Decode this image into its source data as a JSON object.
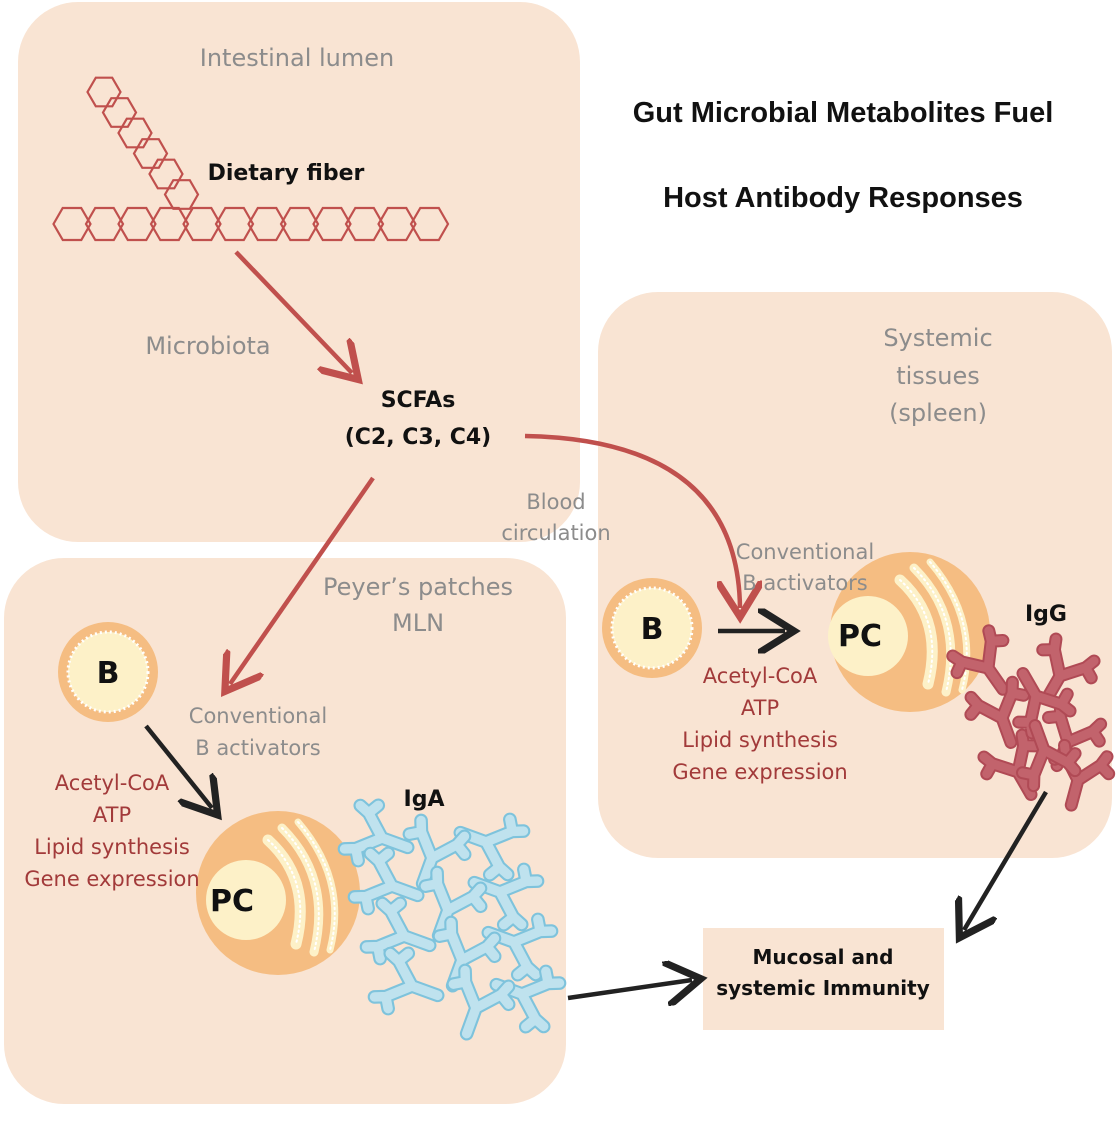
{
  "title": {
    "line1": "Gut Microbial Metabolites Fuel",
    "line2": "Host Antibody Responses"
  },
  "intestinal_lumen": {
    "label": "Intestinal lumen",
    "dietary_fiber": "Dietary fiber",
    "microbiota": "Microbiota",
    "scfas_line1": "SCFAs",
    "scfas_line2": "(C2, C3, C4)"
  },
  "blood_circulation": {
    "line1": "Blood",
    "line2": "circulation"
  },
  "peyers": {
    "label_line1": "Peyer’s patches",
    "label_line2": "MLN",
    "b_cell": "B",
    "pc_cell": "PC",
    "activators_line1": "Conventional",
    "activators_line2": "B activators",
    "metabolic": [
      "Acetyl-CoA",
      "ATP",
      "Lipid synthesis",
      "Gene expression"
    ],
    "antibody": "IgA"
  },
  "systemic": {
    "label_line1": "Systemic",
    "label_line2": "tissues",
    "label_line3": "(spleen)",
    "b_cell": "B",
    "pc_cell": "PC",
    "activators_line1": "Conventional",
    "activators_line2": "B activators",
    "metabolic": [
      "Acetyl-CoA",
      "ATP",
      "Lipid synthesis",
      "Gene expression"
    ],
    "antibody": "IgG"
  },
  "immunity": {
    "line1": "Mucosal and",
    "line2": "systemic Immunity"
  },
  "colors": {
    "panel": "#f9e4d3",
    "red_arrow": "#c0504d",
    "black_arrow": "#222222",
    "fiber": "#c0504d",
    "cell_outer": "#f5bd82",
    "cell_inner": "#fdf1c8",
    "iga": "#7ec3dc",
    "igg": "#b04a55"
  }
}
